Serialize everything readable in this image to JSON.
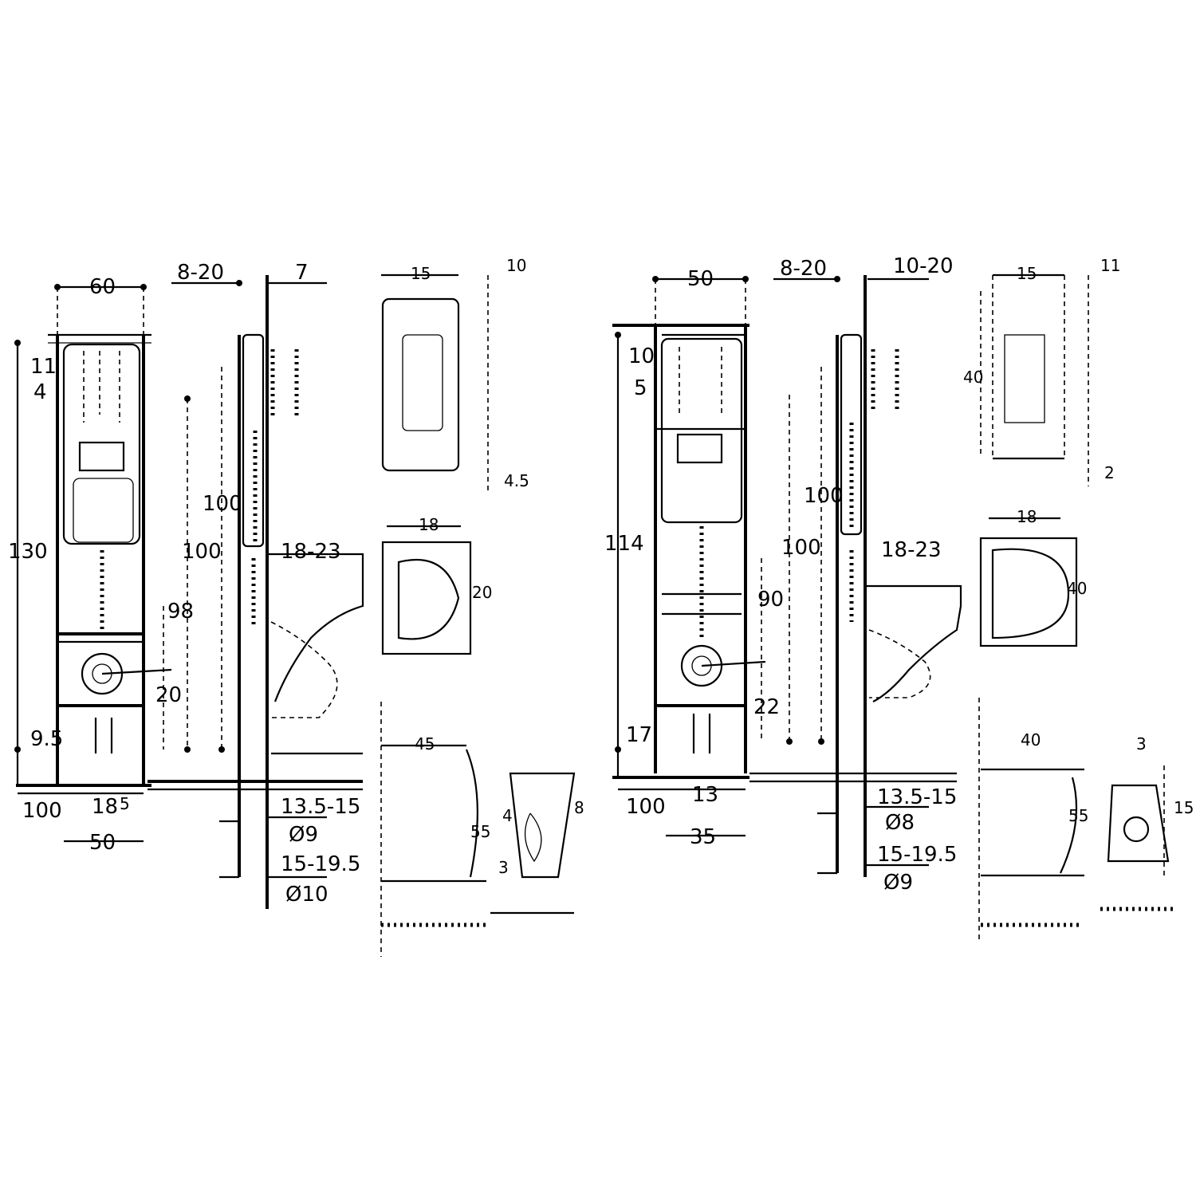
{
  "left_drawing": {
    "top_width": "60",
    "top_depth": "8-20",
    "top_side": "7",
    "top_view_w": "15",
    "top_view_gap": "10",
    "top_view_bottom": "4.5",
    "top_left_a": "11",
    "top_left_b": "4",
    "left_height": "130",
    "h1": "100",
    "h2": "100",
    "h3": "98",
    "h4": "20",
    "h5": "9.5",
    "b_left": "100",
    "b_center": "18",
    "b_side": "5",
    "b_total": "50",
    "side_a": "4",
    "pipe_label": "18-23",
    "pipe_a": "13.5-15",
    "pipe_b": "Ø9",
    "pipe_c": "15-19.5",
    "pipe_d": "Ø10",
    "bowl_w": "18",
    "bowl_h": "20",
    "sv_w": "45",
    "sv_h": "55",
    "sv_a": "4",
    "sv_b": "8",
    "sv_c": "3"
  },
  "right_drawing": {
    "top_width": "50",
    "top_depth": "8-20",
    "top_side": "10-20",
    "top_view_w": "15",
    "top_view_gap": "11",
    "top_view_h": "40",
    "top_view_bottom": "2",
    "top_left_a": "10",
    "top_left_b": "5",
    "left_height": "114",
    "h1": "100",
    "h2": "100",
    "h3": "90",
    "h4": "22",
    "h5": "17",
    "b_left": "100",
    "b_center": "13",
    "b_total": "35",
    "pipe_label": "18-23",
    "pipe_a": "13.5-15",
    "pipe_b": "Ø8",
    "pipe_c": "15-19.5",
    "pipe_d": "Ø9",
    "bowl_w": "18",
    "bowl_h": "40",
    "sv_w": "40",
    "sv_h": "55",
    "sv_a": "3",
    "sv_b": "15"
  }
}
